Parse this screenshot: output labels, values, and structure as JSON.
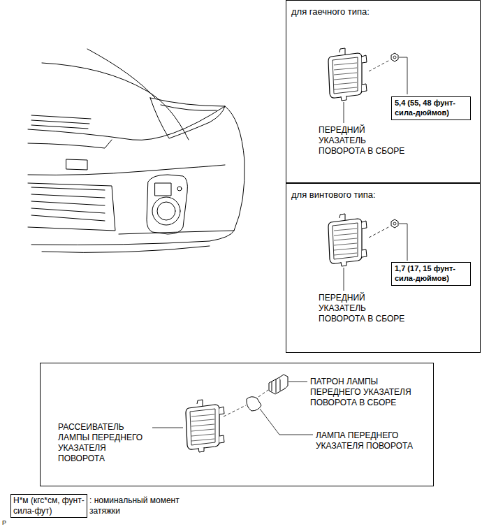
{
  "diagram": {
    "nodes": [
      {
        "text": [
          "для гаечного типа:"
        ]
      },
      {
        "text": [
          "5,4 (55, 48 фунт-сила-дюймов)"
        ],
        "in": 0
      },
      {
        "text": [
          "для винтового типа:"
        ]
      },
      {
        "text": [
          "1,7 (17, 15 фунт-сила-дюймов)"
        ],
        "in": 2
      },
      {
        "text": [
          "Н*м (кгс*см, фунт-сила-фут)"
        ]
      }
    ],
    "labels": [
      "ПЕРЕДНИЙ УКАЗАТЕЛЬ ПОВОРОТА В СБОРЕ",
      "ПЕРЕДНИЙ УКАЗАТЕЛЬ ПОВОРОТА В СБОРЕ",
      "ПАТРОН ЛАМПЫ ПЕРЕДНЕГО УКАЗАТЕЛЯ ПОВОРОТА В СБОРЕ",
      "ЛАМПА ПЕРЕДНЕГО УКАЗАТЕЛЯ ПОВОРОТА",
      "РАССЕИВАТЕЛЬ ЛАМПЫ ПЕРЕДНЕГО УКАЗАТЕЛЯ ПОВОРОТА",
      ": номинальный момент затяжки",
      "P"
    ]
  }
}
